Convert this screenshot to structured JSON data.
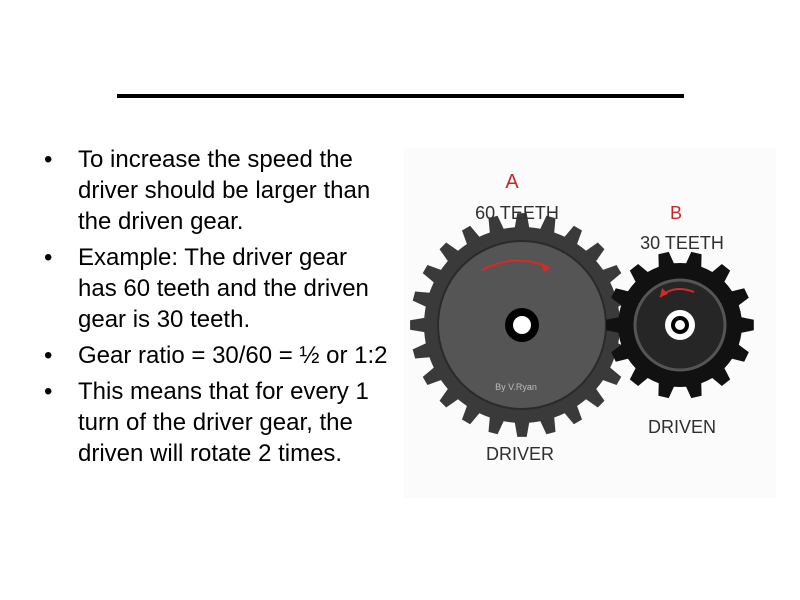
{
  "bullets": [
    {
      "text": "To increase the speed the driver should be larger than the driven gear."
    },
    {
      "text": "Example:  The driver gear has 60 teeth and the driven gear is 30 teeth."
    },
    {
      "text": "Gear ratio = 30/60 = ½ or 1:2"
    },
    {
      "text": "This means that for every 1 turn of the driver gear, the driven will rotate 2 times."
    }
  ],
  "bullet_glyph": "•",
  "figure": {
    "gear_a": {
      "letter": "A",
      "teeth_label": "60 TEETH",
      "role_label": "DRIVER",
      "credit": "By V.Ryan"
    },
    "gear_b": {
      "letter": "B",
      "teeth_label": "30 TEETH",
      "role_label": "DRIVEN"
    },
    "colors": {
      "gear_outer": "#3a3a3a",
      "gear_a_face": "#555555",
      "gear_b_face": "#262626",
      "arrow": "#d62a2a",
      "letter": "#c62828",
      "label": "#2f2f2f"
    }
  }
}
